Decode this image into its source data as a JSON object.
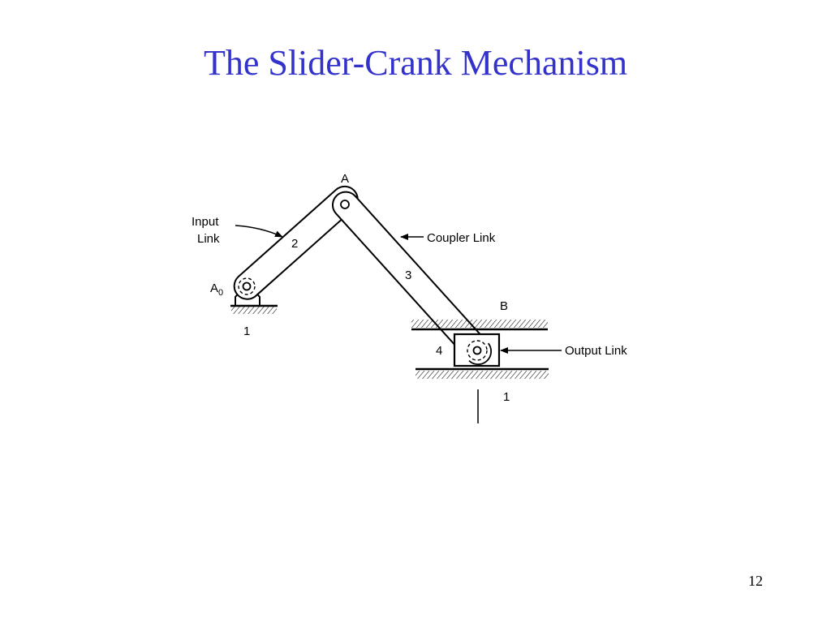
{
  "slide": {
    "title": "The Slider-Crank Mechanism",
    "page_number": "12",
    "title_color": "#3333cc"
  },
  "diagram": {
    "labels": {
      "joint_a": "A",
      "joint_a0_letter": "A",
      "joint_a0_subscript": "0",
      "joint_b": "B",
      "input_link_line1": "Input",
      "input_link_line2": "Link",
      "coupler_link": "Coupler Link",
      "output_link": "Output Link",
      "link_number_2": "2",
      "link_number_3": "3",
      "link_number_4": "4",
      "ground_number_left": "1",
      "ground_number_right": "1"
    }
  }
}
